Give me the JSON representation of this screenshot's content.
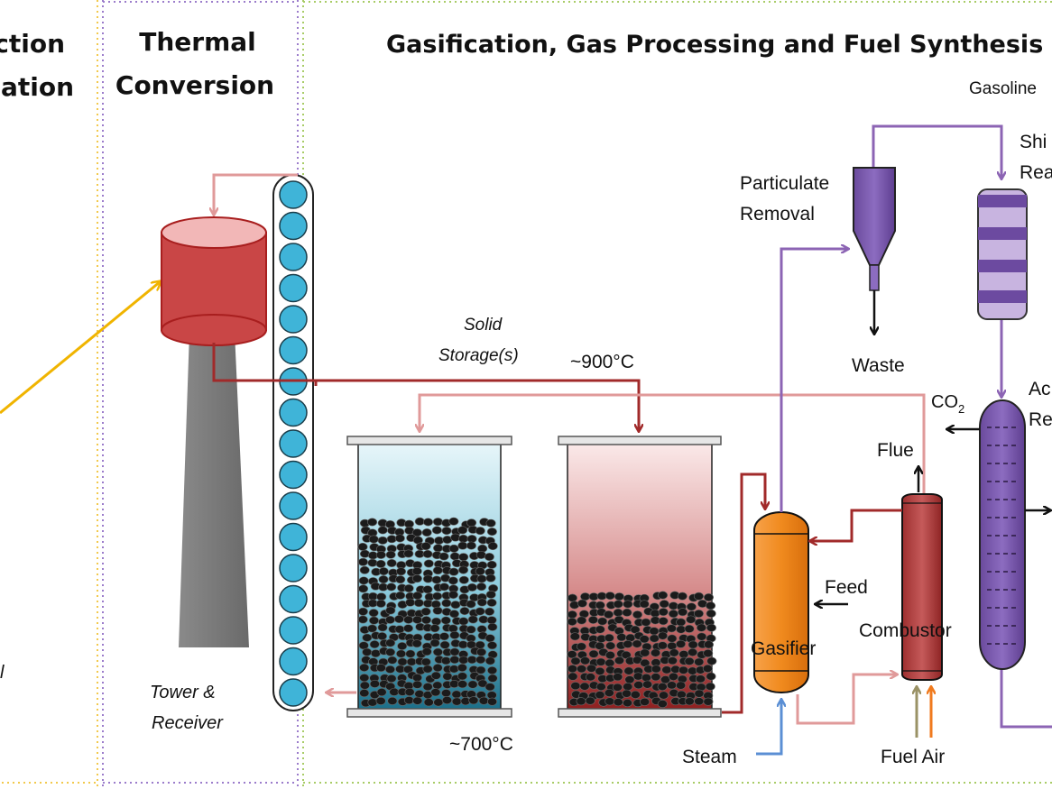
{
  "sections": {
    "left_line1": "ction",
    "left_line2": "ation",
    "thermal_line1": "Thermal",
    "thermal_line2": "Conversion",
    "gasification": "Gasification, Gas Processing and Fuel Synthesis"
  },
  "labels": {
    "gasoline": "Gasoline",
    "shift_line1": "Shi",
    "shift_line2": "Rea",
    "particulate_line1": "Particulate",
    "particulate_line2": "Removal",
    "waste": "Waste",
    "solid_line1": "Solid",
    "solid_line2": "Storage(s)",
    "temp_hot": "~900°C",
    "temp_cold": "~700°C",
    "co2_main": "CO",
    "co2_sub": "2",
    "acid_line1": "Ac",
    "acid_line2": "Re",
    "flue": "Flue",
    "feed": "Feed",
    "combustor": "Combustor",
    "gasifier": "Gasifier",
    "steam": "Steam",
    "fuel_air": "Fuel Air",
    "tower_line1": "Tower &",
    "tower_line2": "Receiver",
    "left_fragment": "l"
  },
  "colors": {
    "hot_line": "#a12a2a",
    "warm_line": "#e09a9a",
    "purple_line": "#8c64b4",
    "steam_blue": "#5b8fd4",
    "sun_ray": "#f0b400",
    "receiver_red": "#c94646",
    "tower_gray": "#808080",
    "particle_blue": "#3fb4d8",
    "gasifier_orange": "#f08a1e"
  }
}
